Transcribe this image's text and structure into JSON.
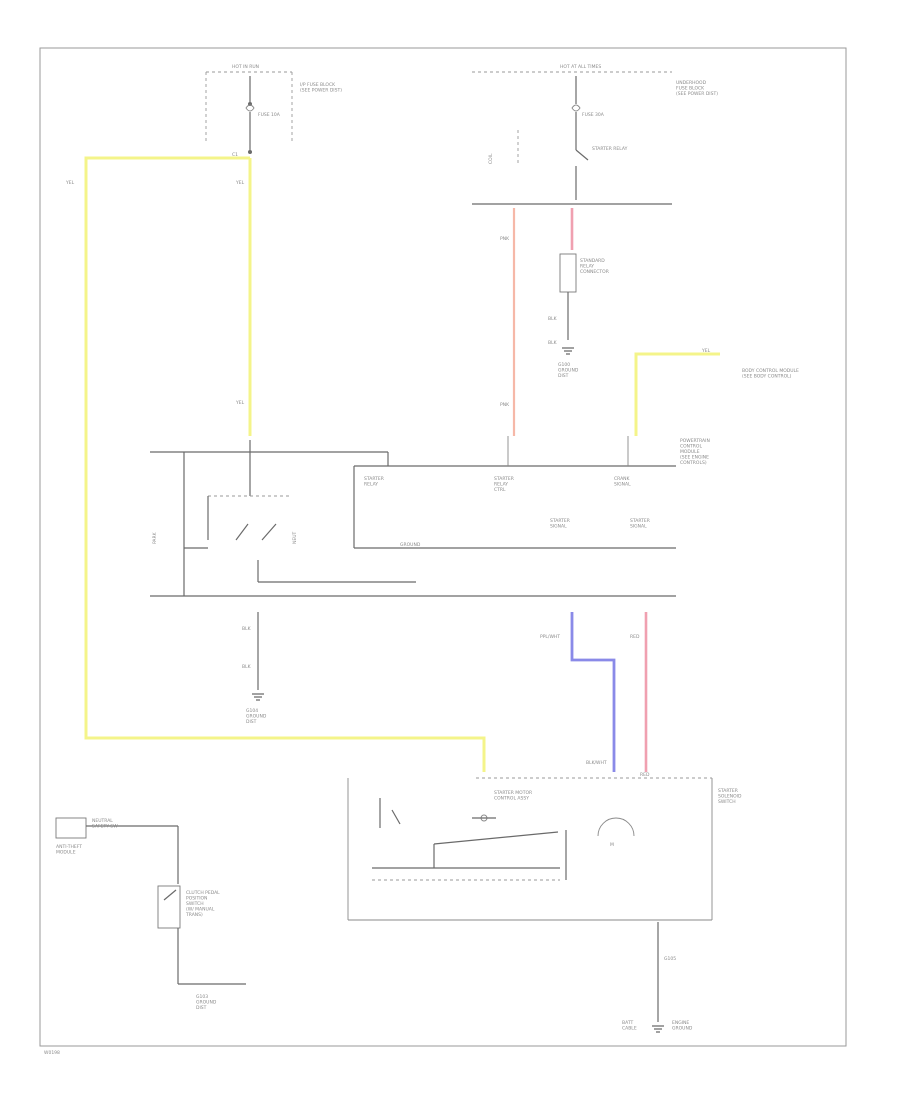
{
  "diagram": {
    "page_code": "W0198"
  },
  "colors": {
    "yellow_wire": "#f4f48a",
    "pink_wire": "#f0a0b0",
    "blue_wire": "#8a8ae8",
    "line": "#6a6a6a"
  },
  "labels": {
    "top_left_fuse_block": "HOT IN RUN",
    "top_left_fuse_desc": "I/P FUSE BLOCK\n(SEE POWER DIST)",
    "top_left_fuse": "FUSE 10A",
    "top_right_bus": "HOT AT ALL TIMES",
    "top_right_fuse_desc": "UNDERHOOD\nFUSE BLOCK\n(SEE POWER DIST)",
    "top_right_fuse": "FUSE 30A",
    "top_right_relay": "STARTER RELAY",
    "relay_desc": "STANDARD\nRELAY\nCONNECTOR",
    "ground_desc": "G100\nGROUND\nDIST",
    "bcm_desc": "BODY CONTROL MODULE\n(SEE BODY CONTROL)",
    "pcm_desc": "POWERTRAIN\nCONTROL\nMODULE\n(SEE ENGINE\nCONTROLS)",
    "pcm_pin_1": "STARTER\nRELAY",
    "pcm_pin_2": "STARTER\nRELAY\nCTRL",
    "pcm_pin_3": "CRANK\nSIGNAL",
    "pcm_pin_4": "STARTER\nSIGNAL",
    "pcm_pin_5": "STARTER\nSIGNAL",
    "pcm_ground": "GROUND",
    "lower_ground_desc": "G104\nGROUND\nDIST",
    "lower_ground": "G104",
    "starter_desc": "STARTER\nSOLENOID\nSWITCH",
    "starter_motor": "M",
    "starter_inner": "STARTER MOTOR\nCONTROL ASSY",
    "left_comp": "ANTI-THEFT\nMODULE",
    "left_switch": "NEUTRAL\nSAFETY SW",
    "left_switch_desc": "CLUTCH PEDAL\nPOSITION\nSWITCH\n(W/ MANUAL\nTRANS)",
    "left_bottom_desc": "G103\nGROUND\nDIST",
    "battery_desc": "BATT\nCABLE",
    "bottom_ground": "G105",
    "bottom_ground_desc": "ENGINE\nGROUND"
  },
  "wires": {
    "w1": "YEL",
    "w2": "YEL",
    "w3": "YEL",
    "w4": "PNK",
    "w5": "PNK",
    "w6": "BLK",
    "w7": "BLK",
    "w8": "PPL/WHT",
    "w9": "RED",
    "w10": "YEL",
    "w11": "BLK",
    "w12": "BLK",
    "w13": "BLK/WHT",
    "w14": "RED"
  }
}
